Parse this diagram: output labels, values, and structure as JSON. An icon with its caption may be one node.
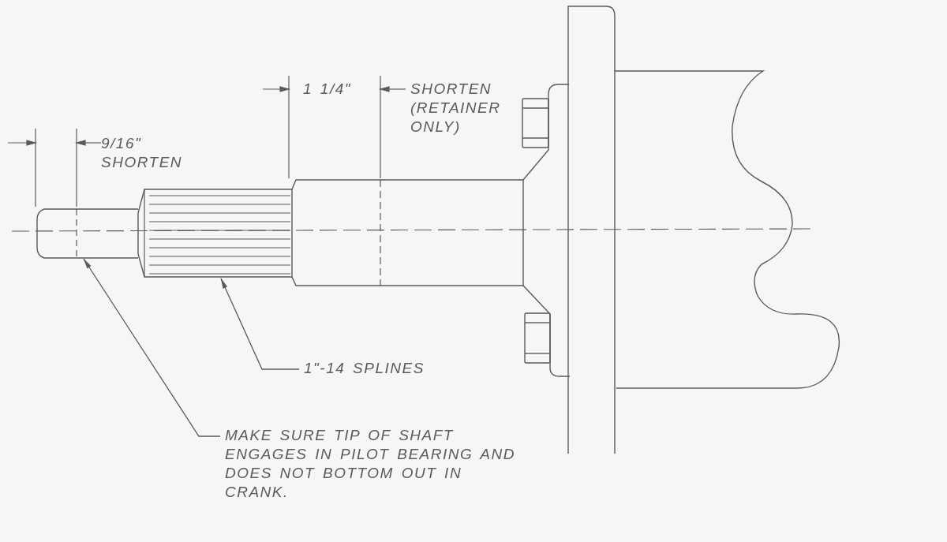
{
  "diagram": {
    "nodes": [
      {
        "text": [
          "1\"-14 SPLINES"
        ]
      },
      {
        "text": [],
        "shape": "picture"
      },
      {
        "text": [
          "MAKE SURE TIP OF SHAFT ENGAGES IN PILOT BEARING AND DOES NOT BOTTOM OUT IN CRANK."
        ]
      },
      {
        "text": [],
        "shape": "picture"
      }
    ],
    "edges": [
      {
        "from": 0,
        "to": 3,
        "arrow": "to"
      },
      {
        "from": 2,
        "to": 1,
        "arrow": "to"
      }
    ],
    "labels": [
      "1 1/4\"",
      "SHORTEN (RETAINER ONLY)",
      "9/16\" SHORTEN"
    ]
  }
}
